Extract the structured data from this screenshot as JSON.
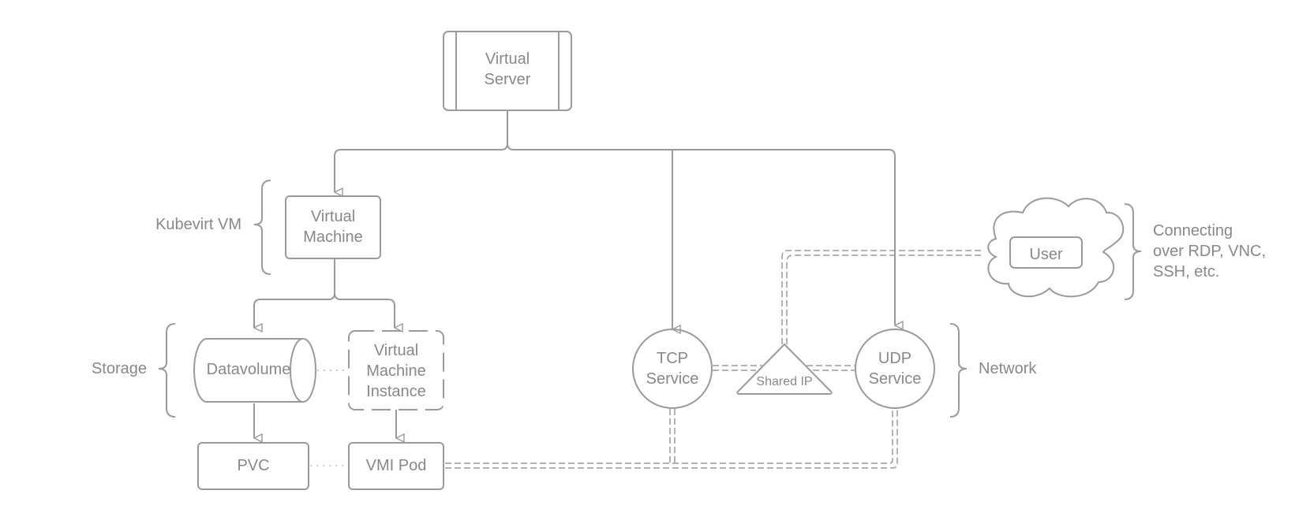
{
  "nodes": {
    "virtual_server": "Virtual\nServer",
    "virtual_machine": "Virtual\nMachine",
    "datavolume": "Datavolume",
    "vmi": "Virtual\nMachine\nInstance",
    "pvc": "PVC",
    "vmi_pod": "VMI Pod",
    "tcp_service": "TCP\nService",
    "udp_service": "UDP\nService",
    "shared_ip": "Shared IP",
    "user": "User"
  },
  "groups": {
    "kubevirt_vm": "Kubevirt VM",
    "storage": "Storage",
    "network": "Network",
    "connecting": "Connecting\nover RDP, VNC,\nSSH, etc."
  },
  "colors": {
    "stroke": "#9a9a9a",
    "text": "#888888"
  }
}
